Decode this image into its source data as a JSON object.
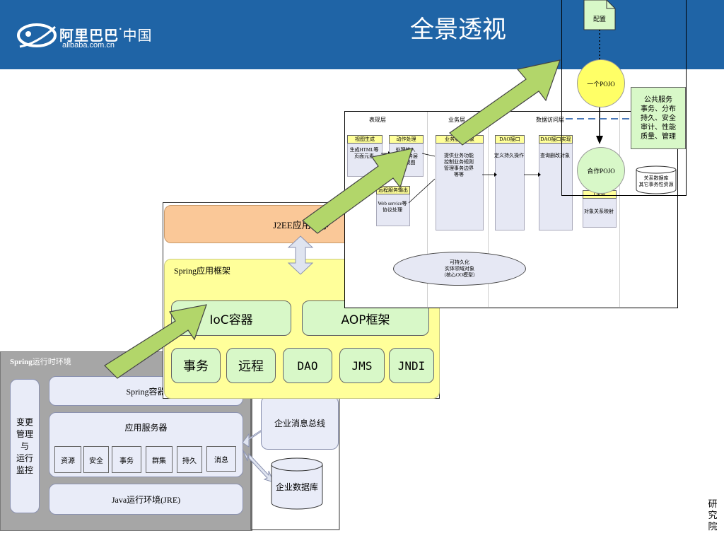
{
  "header": {
    "logo_cn": "阿里巴巴",
    "logo_region": "中国",
    "logo_url": "alibaba.com.cn",
    "title": "全景透视"
  },
  "runtime": {
    "title_bold": "Spring",
    "title_rest": "运行时环境",
    "side_label": "变更\n管理\n与\n运行\n监控",
    "spring_container": "Spring容器",
    "app_server": "应用服务器",
    "services": [
      "资源",
      "安全",
      "事务",
      "群集",
      "持久",
      "消息"
    ],
    "jre": "Java运行环境(JRE)"
  },
  "external": {
    "message_bus": "企业消息总线",
    "database": "企业数据库"
  },
  "framework": {
    "j2ee": "J2EE应用程序",
    "spring_framework": "Spring应用框架",
    "ioc": "IoC容器",
    "aop": "AOP框架",
    "modules": [
      "事务",
      "远程",
      "DAO",
      "JMS",
      "JNDI"
    ]
  },
  "architecture": {
    "columns": [
      "表现层",
      "业务层",
      "数据访问层"
    ],
    "tags": {
      "view": "视图生成",
      "action": "动作处理",
      "service": "业务服务对象",
      "dao_if": "DAO接口",
      "dao_impl": "DAO接口实现",
      "remote": "远程服务输出",
      "orm": "ORM"
    },
    "texts": {
      "view": "生成HTML等\n页面元素",
      "action": "处理输入\n调用业务层\n选择视图",
      "service": "提供业务功能\n控制业务规则\n管理事务边界\n等等",
      "dao_if": "定义持久操作",
      "dao_impl": "查询删改对象",
      "remote": "Web service等\n协议处理",
      "orm": "对象关系映射"
    },
    "domain_ellipse": "可持久化\n实体领域对象\n（核心OO模型）",
    "relational_db": "关系数据库\n其它事务性资源"
  },
  "pojo": {
    "config": "配置",
    "pojo": "一个POJO",
    "cooperating_pojo": "合作POJO",
    "services_note": "公共服务\n事务、分布\n持久、安全\n审计、性能\n质量、管理"
  },
  "corner": "研\n究\n院"
}
